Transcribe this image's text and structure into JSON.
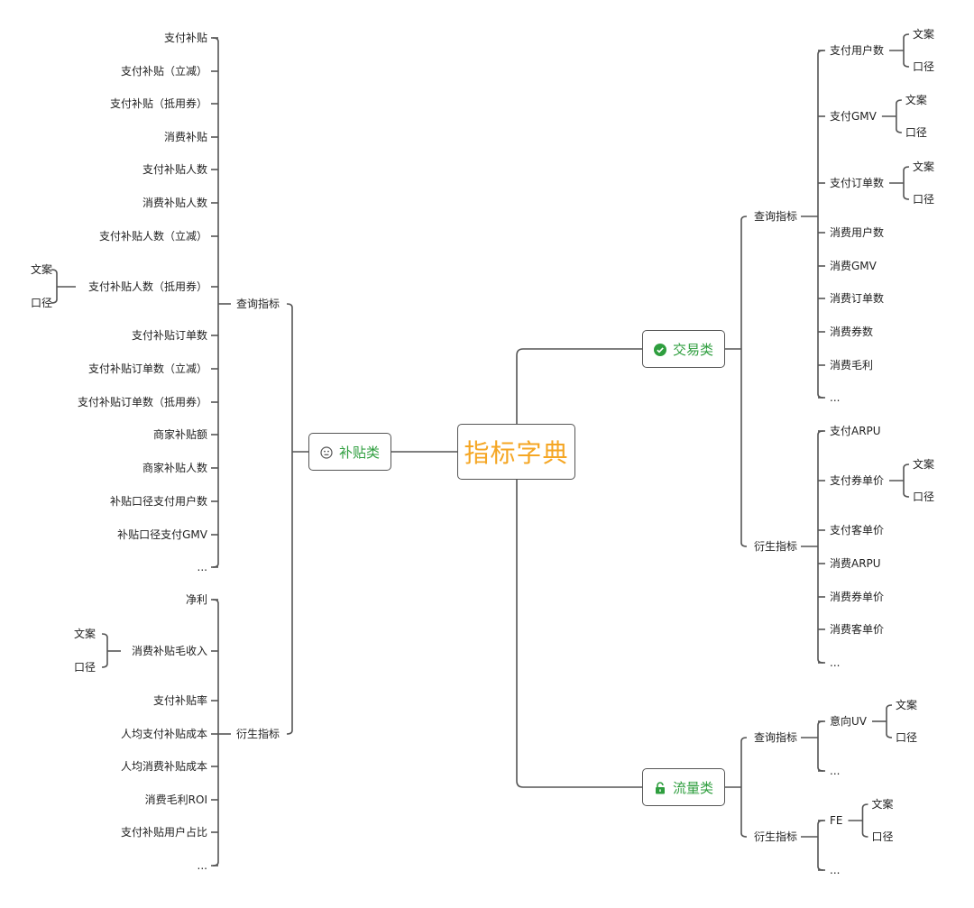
{
  "colors": {
    "line": "#555555",
    "root_text": "#f5a623",
    "branch_text": "#2e9e3e",
    "icon_green": "#2e9e3e"
  },
  "root": {
    "title": "指标字典"
  },
  "left": {
    "title": "补贴类",
    "icon": "neutral-face-icon",
    "query": {
      "label": "查询指标",
      "items": [
        "支付补贴",
        "支付补贴（立减）",
        "支付补贴（抵用券）",
        "消费补贴",
        "支付补贴人数",
        "消费补贴人数",
        "支付补贴人数（立减）",
        "支付补贴人数（抵用券）",
        "支付补贴订单数",
        "支付补贴订单数（立减）",
        "支付补贴订单数（抵用券）",
        "商家补贴额",
        "商家补贴人数",
        "补贴口径支付用户数",
        "补贴口径支付GMV",
        "..."
      ],
      "sub_item": "支付补贴人数（抵用券）",
      "sub": [
        "文案",
        "口径"
      ]
    },
    "derived": {
      "label": "衍生指标",
      "items": [
        "净利",
        "消费补贴毛收入",
        "支付补贴率",
        "人均支付补贴成本",
        "人均消费补贴成本",
        "消费毛利ROI",
        "支付补贴用户占比",
        "..."
      ],
      "sub_item": "消费补贴毛收入",
      "sub": [
        "文案",
        "口径"
      ]
    }
  },
  "trade": {
    "title": "交易类",
    "icon": "check-circle-icon",
    "query": {
      "label": "查询指标",
      "items": [
        "支付用户数",
        "支付GMV",
        "支付订单数",
        "消费用户数",
        "消费GMV",
        "消费订单数",
        "消费券数",
        "消费毛利",
        "..."
      ],
      "sub_items": [
        "支付用户数",
        "支付GMV",
        "支付订单数"
      ],
      "sub": [
        "文案",
        "口径"
      ]
    },
    "derived": {
      "label": "衍生指标",
      "items": [
        "支付ARPU",
        "支付券单价",
        "支付客单价",
        "消费ARPU",
        "消费券单价",
        "消费客单价",
        "..."
      ],
      "sub_items": [
        "支付券单价"
      ],
      "sub": [
        "文案",
        "口径"
      ]
    }
  },
  "traffic": {
    "title": "流量类",
    "icon": "unlock-icon",
    "query": {
      "label": "查询指标",
      "items": [
        "意向UV",
        "..."
      ],
      "sub_items": [
        "意向UV"
      ],
      "sub": [
        "文案",
        "口径"
      ]
    },
    "derived": {
      "label": "衍生指标",
      "items": [
        "FE",
        "..."
      ],
      "sub_items": [
        "FE"
      ],
      "sub": [
        "文案",
        "口径"
      ]
    }
  }
}
